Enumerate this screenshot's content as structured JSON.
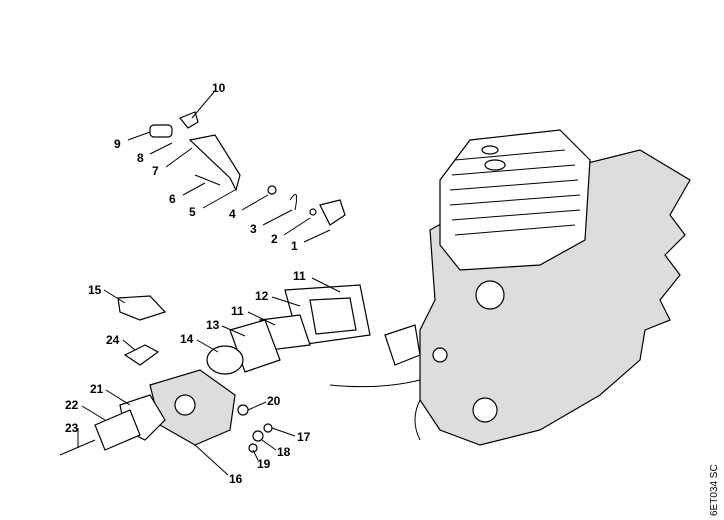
{
  "diagram": {
    "code": "6ET034 SC",
    "callouts": [
      "10",
      "9",
      "8",
      "7",
      "6",
      "5",
      "4",
      "3",
      "2",
      "1",
      "11",
      "15",
      "12",
      "11",
      "13",
      "14",
      "24",
      "21",
      "20",
      "22",
      "23",
      "17",
      "18",
      "19",
      "16"
    ]
  }
}
